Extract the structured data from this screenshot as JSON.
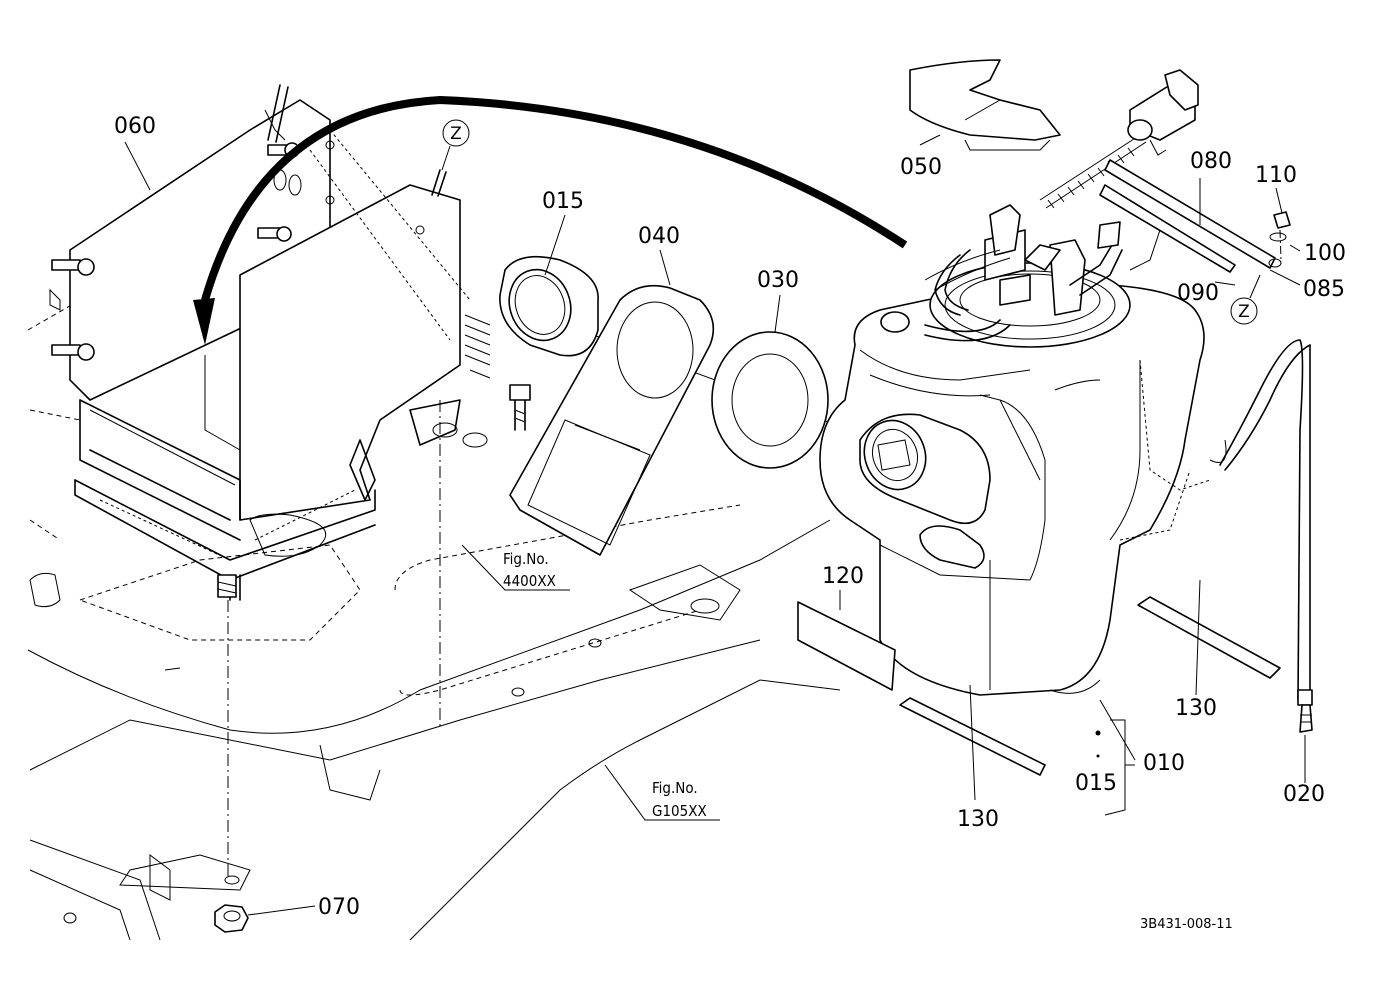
{
  "drawing_code": "3B431-008-11",
  "parts": {
    "p060": "060",
    "p015_cap": "015",
    "p040": "040",
    "p030": "030",
    "p050": "050",
    "p080": "080",
    "p110": "110",
    "p100": "100",
    "p090": "090",
    "p085": "085",
    "p120": "120",
    "p130_left": "130",
    "p130_right": "130",
    "p010": "010",
    "p015_set": "015",
    "p020": "020",
    "p070": "070"
  },
  "markers": {
    "z_left": "Z",
    "z_right": "Z"
  },
  "figure_refs": {
    "ref1_title": "Fig.No.",
    "ref1_code": "4400XX",
    "ref2_title": "Fig.No.",
    "ref2_code": "G105XX"
  }
}
